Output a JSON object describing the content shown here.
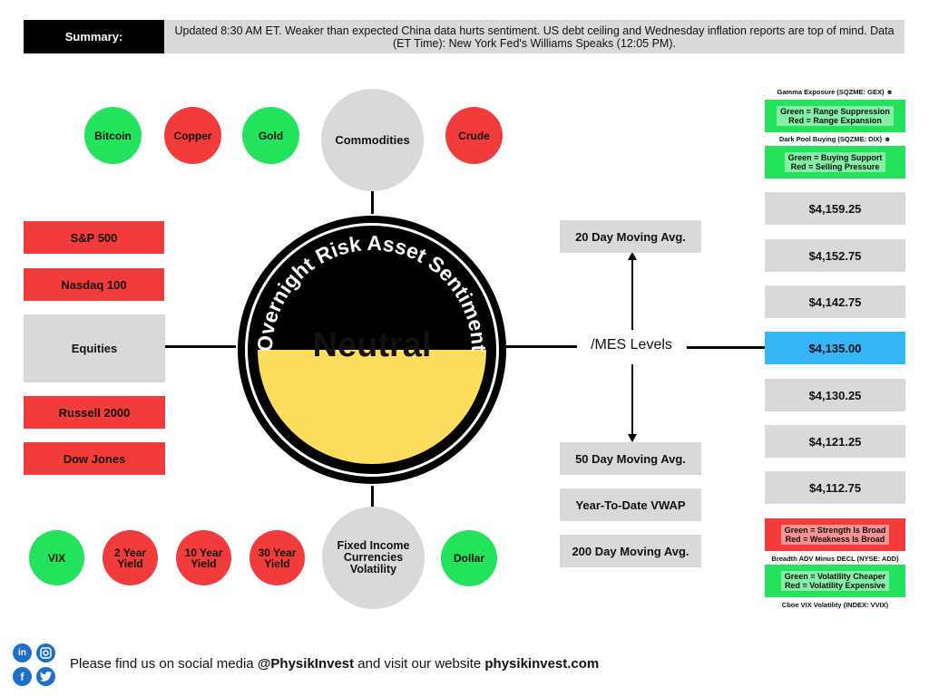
{
  "summary": {
    "label": "Summary:",
    "text": "Updated 8:30 AM ET. Weaker than expected China data hurts sentiment. US debt ceiling and Wednesday inflation reports are top of mind. Data (ET Time): New York Fed's Williams Speaks (12:05 PM)."
  },
  "commodities": {
    "hub": "Commodities",
    "items": [
      {
        "label": "Bitcoin",
        "status": "green"
      },
      {
        "label": "Copper",
        "status": "red"
      },
      {
        "label": "Gold",
        "status": "green"
      },
      {
        "label": "Crude",
        "status": "red"
      }
    ]
  },
  "equities": {
    "hub": "Equities",
    "items": [
      {
        "label": "S&P 500",
        "status": "red"
      },
      {
        "label": "Nasdaq 100",
        "status": "red"
      },
      {
        "label": "Russell 2000",
        "status": "red"
      },
      {
        "label": "Dow Jones",
        "status": "red"
      }
    ]
  },
  "center": {
    "arc_title": "Overnight Risk Asset Sentiment",
    "sentiment": "Neutral",
    "color": "#fcdd5d"
  },
  "fixed_income": {
    "hub_lines": [
      "Fixed Income",
      "Currencies",
      "Volatility"
    ],
    "items": [
      {
        "lines": [
          "VIX"
        ],
        "status": "green"
      },
      {
        "lines": [
          "2 Year",
          "Yield"
        ],
        "status": "red"
      },
      {
        "lines": [
          "10 Year",
          "Yield"
        ],
        "status": "red"
      },
      {
        "lines": [
          "30 Year",
          "Yield"
        ],
        "status": "red"
      },
      {
        "lines": [
          "Dollar"
        ],
        "status": "green"
      }
    ]
  },
  "mes": {
    "label": "/MES Levels",
    "moving_avgs": {
      "ma20": "20 Day Moving Avg.",
      "ma50": "50 Day Moving Avg.",
      "ytd_vwap": "Year-To-Date VWAP",
      "ma200": "200 Day Moving Avg."
    },
    "levels": [
      {
        "value": "$4,159.25",
        "highlight": false
      },
      {
        "value": "$4,152.75",
        "highlight": false
      },
      {
        "value": "$4,142.75",
        "highlight": false
      },
      {
        "value": "$4,135.00",
        "highlight": true
      },
      {
        "value": "$4,130.25",
        "highlight": false
      },
      {
        "value": "$4,121.25",
        "highlight": false
      },
      {
        "value": "$4,112.75",
        "highlight": false
      }
    ]
  },
  "indicators": {
    "gex": {
      "caption": "Gamma Exposure (SQZME: GEX)",
      "line1": "Green = Range Suppression",
      "line2": "Red = Range Expansion",
      "status": "green"
    },
    "dix": {
      "caption": "Dark Pool Buying (SQZME: DIX)",
      "line1": "Green = Buying Support",
      "line2": "Red = Selling Pressure",
      "status": "green"
    },
    "add": {
      "caption": "Breadth ADV Minus DECL (NYSE: ADD)",
      "line1": "Green = Strength Is Broad",
      "line2": "Red = Weakness Is Broad",
      "status": "red"
    },
    "vvix": {
      "caption": "Cboe VIX Volatility (INDEX: VVIX)",
      "line1": "Green = Volatility Cheaper",
      "line2": "Red = Volatility Expensive",
      "status": "green"
    }
  },
  "footer": {
    "text_a": "Please find us on social media ",
    "handle": "@PhysikInvest",
    "text_b": " and visit our website ",
    "website": "physikinvest.com",
    "icons": [
      "linkedin-icon",
      "instagram-icon",
      "facebook-icon",
      "twitter-icon"
    ]
  }
}
